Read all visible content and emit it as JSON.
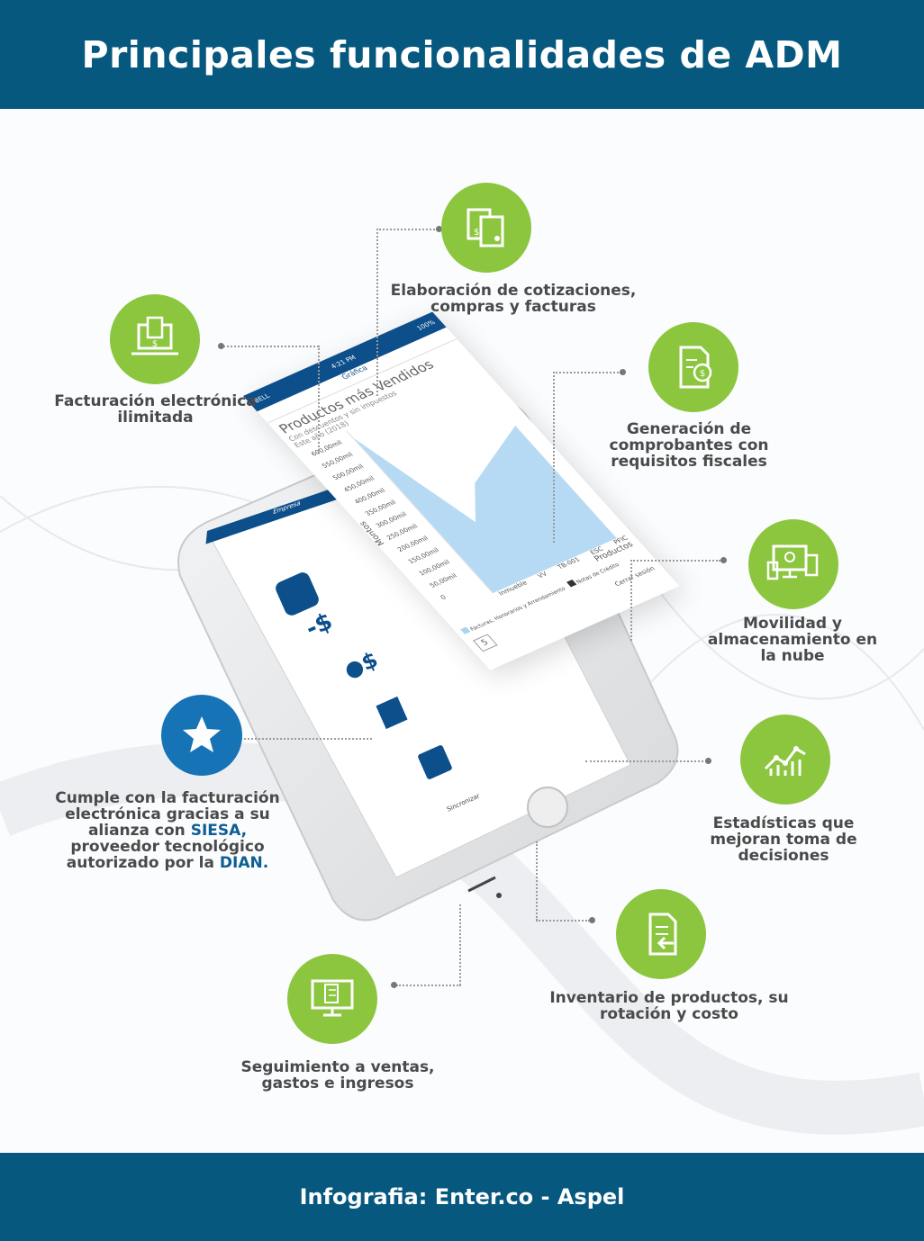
{
  "title": "Principales funcionalidades de ADM",
  "footer": "Infografia: Enter.co - Aspel",
  "features": {
    "facturacion": "Facturación electrónica ilimitada",
    "cotizaciones": "Elaboración de cotizaciones, compras y facturas",
    "comprobantes": "Generación de comprobantes con requisitos fiscales",
    "movilidad": "Movilidad y almacenamiento en la nube",
    "estadisticas": "Estadísticas que mejoran toma de decisiones",
    "inventario": "Inventario de productos, su rotación y costo",
    "seguimiento": "Seguimiento a ventas, gastos e ingresos"
  },
  "siesa": {
    "part1": "Cumple con la facturación electrónica gracias a su alianza con",
    "highlight1": "SIESA,",
    "part2": "proveedor tecnológico autorizado por la",
    "highlight2": "DIAN."
  },
  "phone": {
    "carrier": "BELL",
    "time": "4:21 PM",
    "battery": "100%",
    "screen_title": "Gráfica",
    "chart_title": "Productos más Vendidos",
    "chart_subtitle": "Con descuentos y sin impuestos",
    "chart_period": "Este año (2018)",
    "ylabel": "Montos",
    "xlabel": "Productos",
    "legend_1": "Facturas, Honorarios y Arrendamiento",
    "legend_2": "Notas de Crédito",
    "y_ticks": [
      "600,00mil",
      "550,00mil",
      "500,00mil",
      "450,00mil",
      "400,00mil",
      "350,00mil",
      "300,00mil",
      "250,00mil",
      "200,00mil",
      "150,00mil",
      "100,00mil",
      "50,00mil",
      "0"
    ],
    "categories": [
      "Inmueble",
      "VV",
      "TB-001",
      "ESC",
      "PFIC"
    ],
    "sync_label": "Sincronizar",
    "logout_label": "Cerrar sesión",
    "menu_header": "Empresa",
    "count": "5"
  },
  "colors": {
    "header": "#06587f",
    "green": "#8cc63f",
    "blue": "#1573b6"
  }
}
